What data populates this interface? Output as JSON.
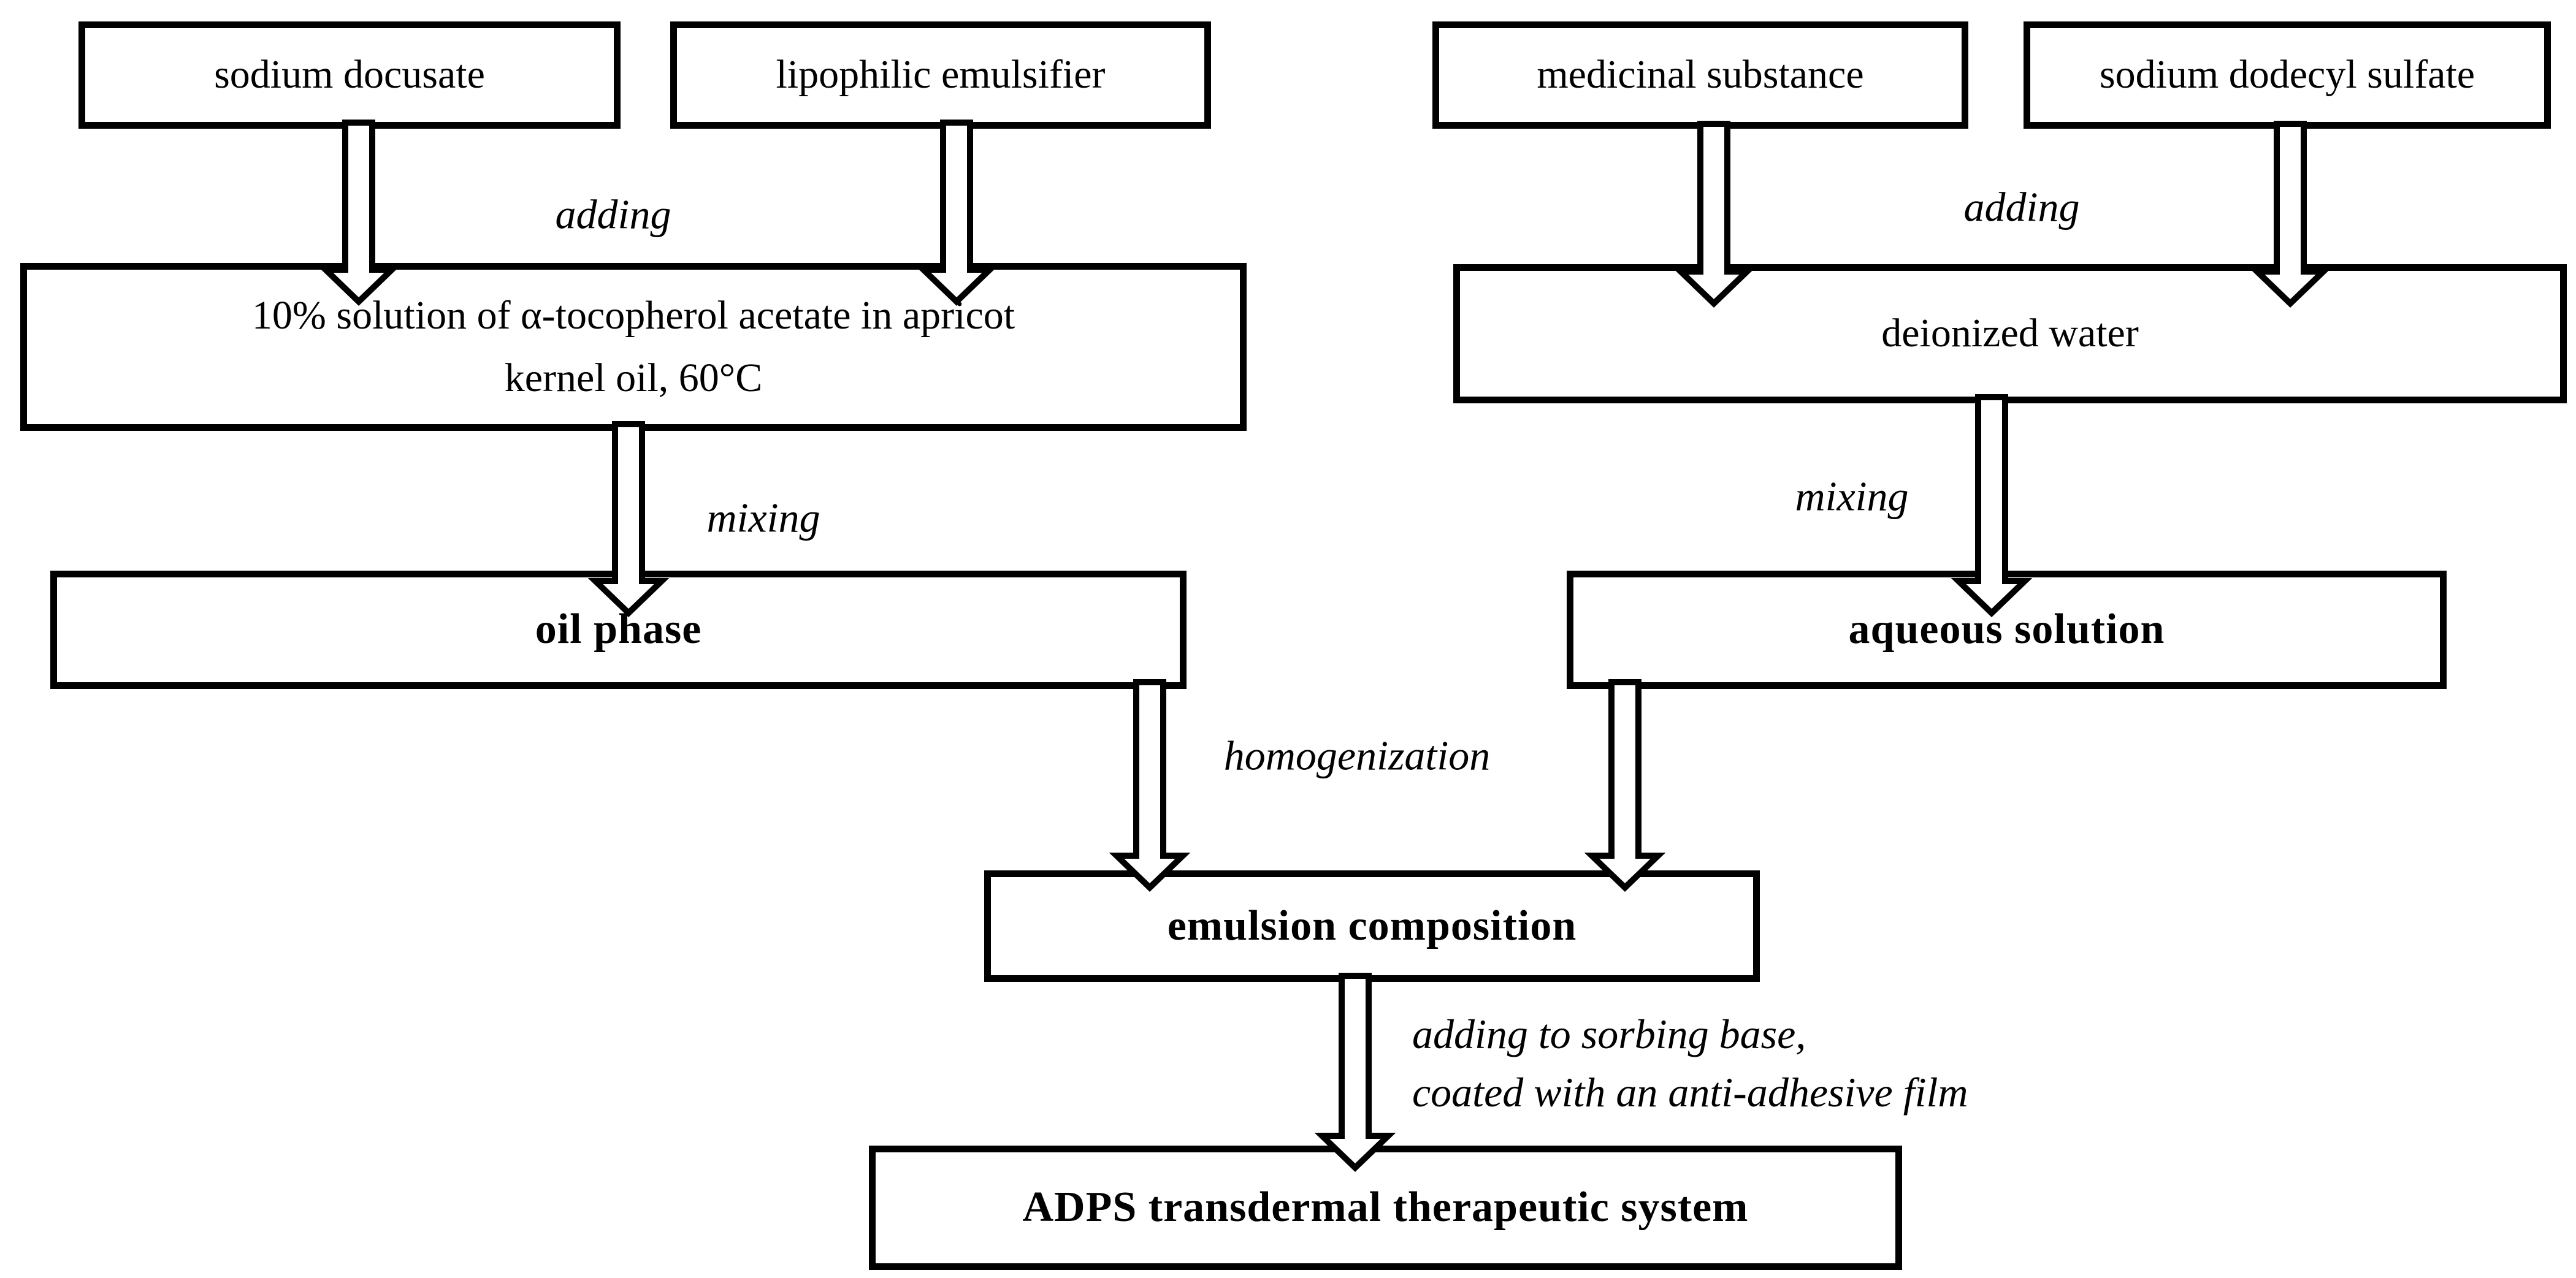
{
  "colors": {
    "background": "#ffffff",
    "line": "#000000",
    "text": "#000000"
  },
  "boxes": [
    {
      "label": "sodium docusate"
    },
    {
      "label": "lipophilic emulsifier"
    },
    {
      "label": "medicinal substance"
    },
    {
      "label": "sodium dodecyl sulfate"
    },
    {
      "lines": [
        "10% solution of α-tocopherol acetate in apricot",
        "kernel oil,  60°C"
      ]
    },
    {
      "label": "deionized water"
    },
    {
      "label": "oil phase"
    },
    {
      "label": "aqueous solution"
    },
    {
      "label": "emulsion composition"
    },
    {
      "label": "ADPS transdermal therapeutic system"
    }
  ],
  "labels": {
    "adding_left": "adding",
    "adding_right": "adding",
    "mixing_left": "mixing",
    "mixing_right": "mixing",
    "homogenization": "homogenization",
    "sorbing_note": {
      "lines": [
        "adding to sorbing base,",
        "coated with an anti-adhesive film"
      ]
    }
  }
}
